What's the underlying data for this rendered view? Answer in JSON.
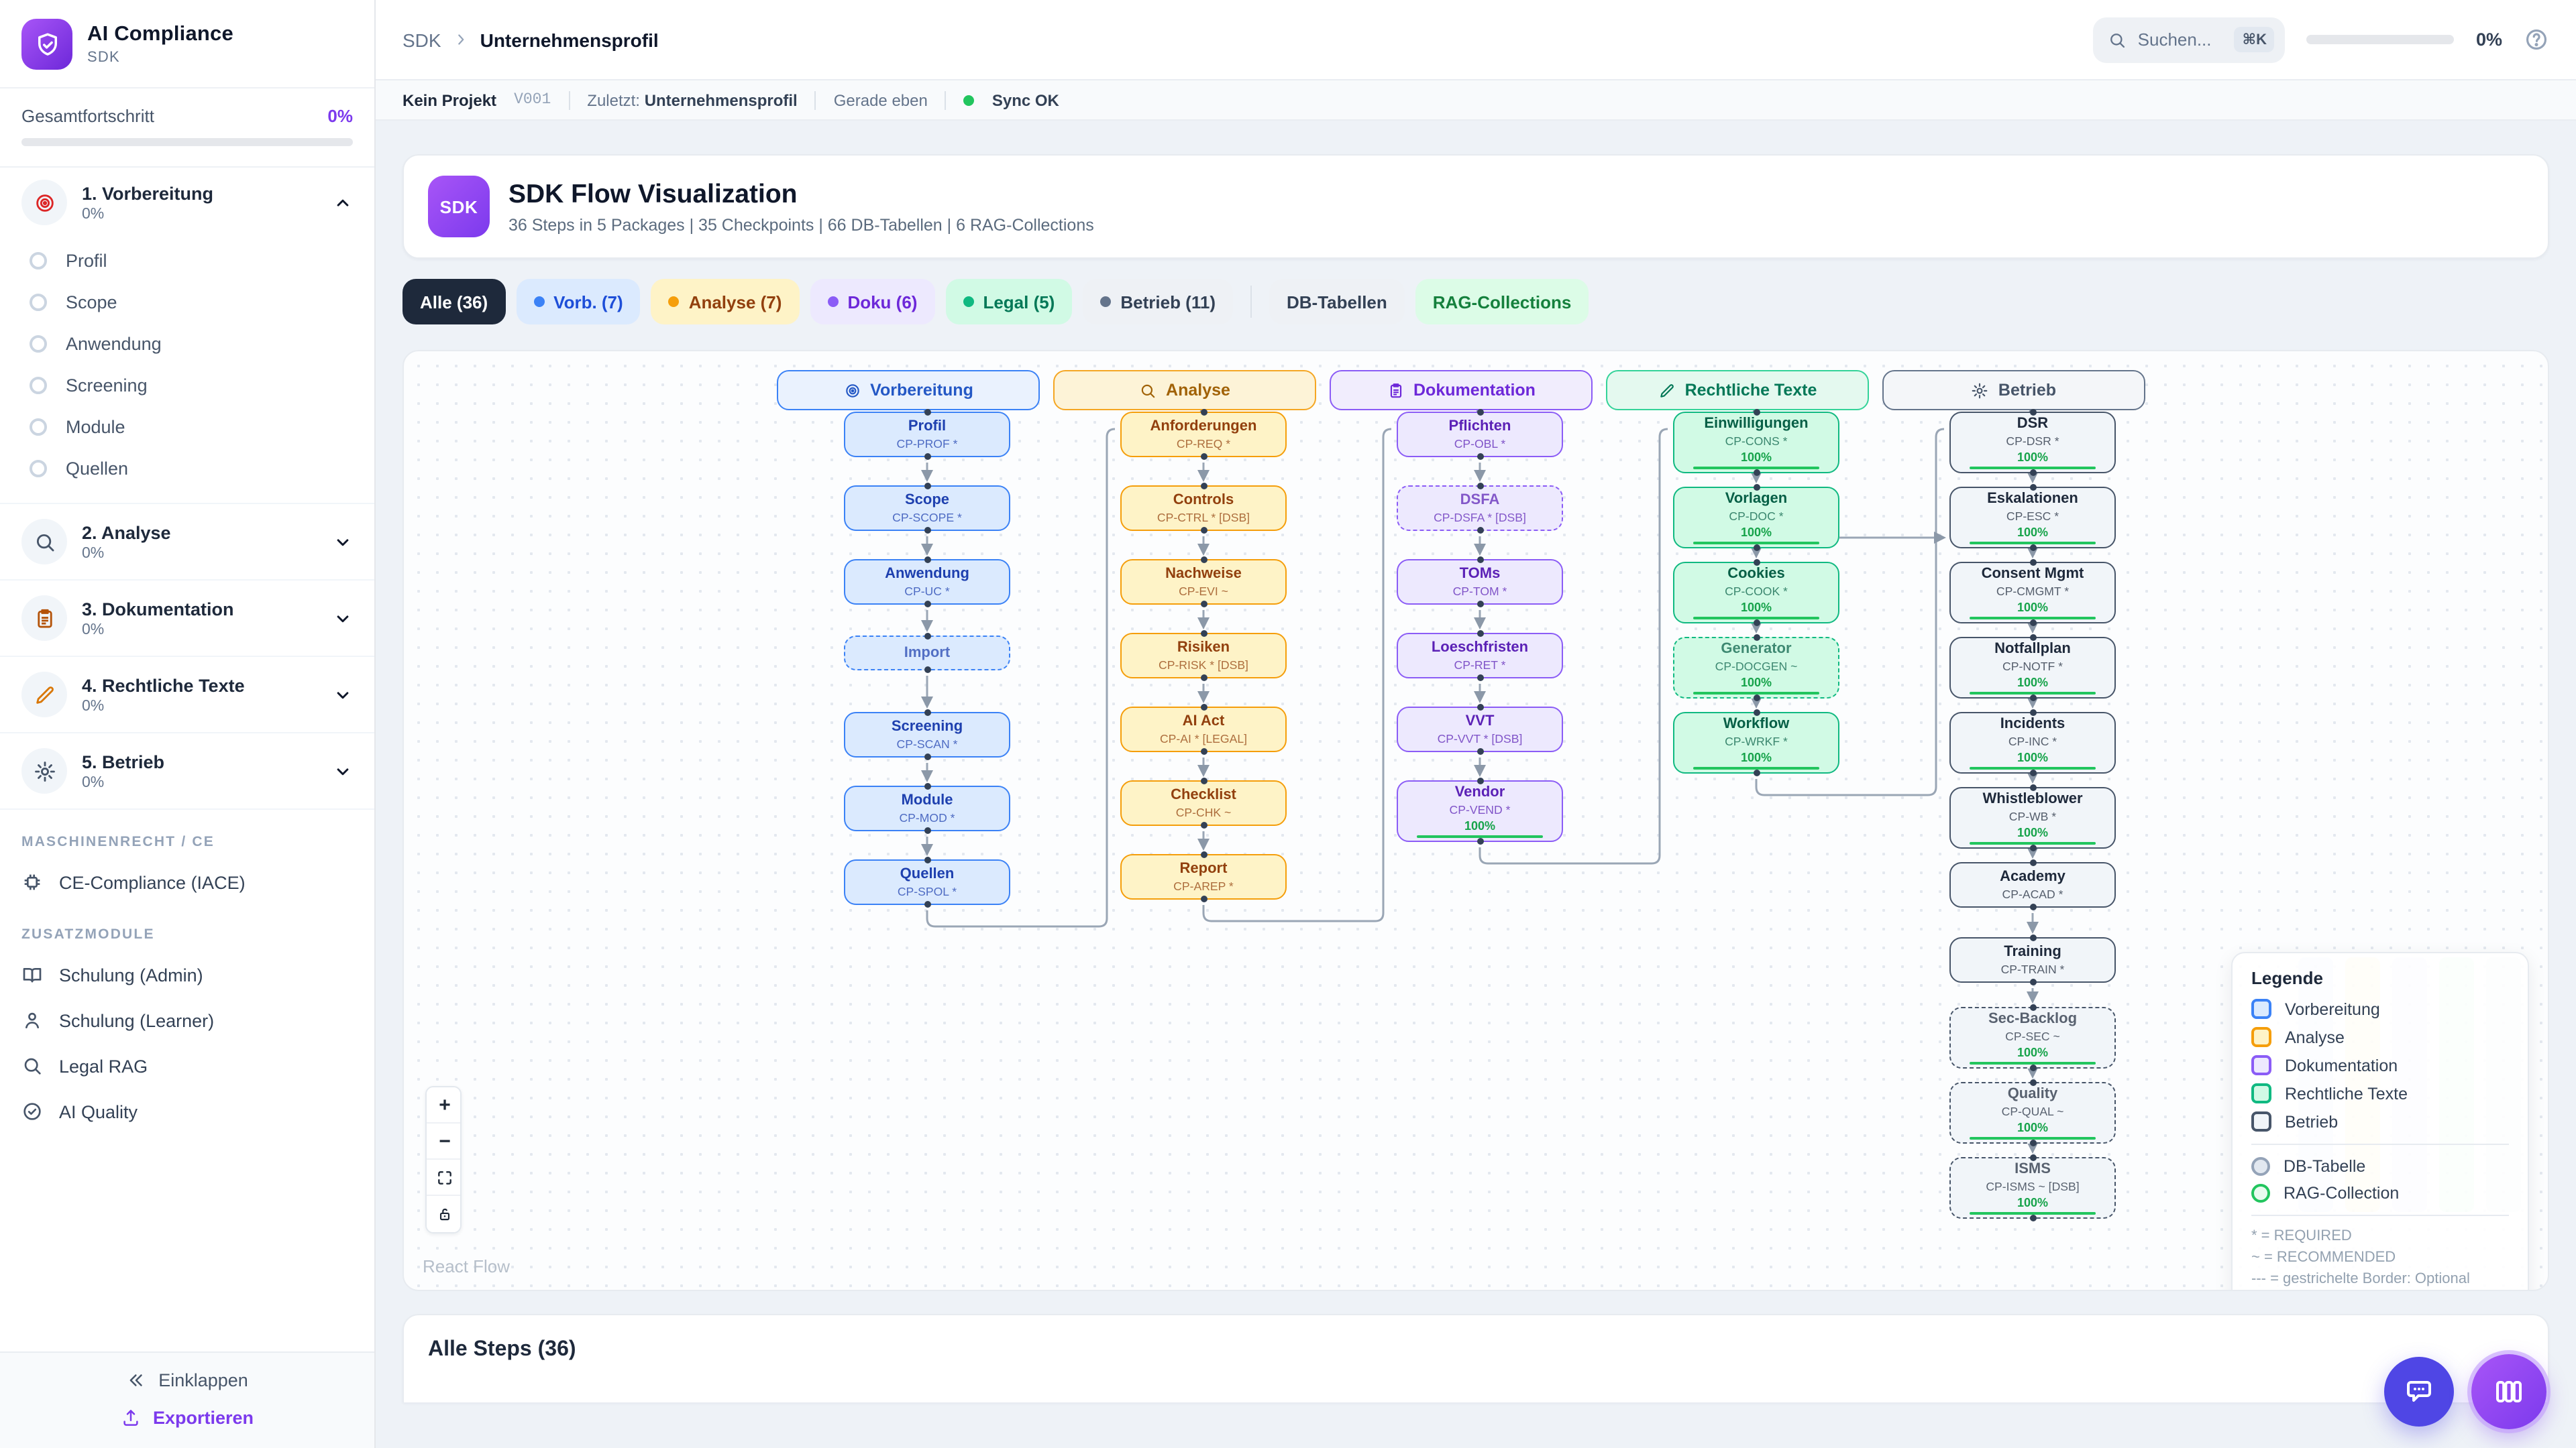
{
  "colors": {
    "accent": "#7c3aed",
    "sync_ok": "#22c55e",
    "progress_green": "#22c55e",
    "palette": {
      "blue": "#3b82f6",
      "yellow": "#f59e0b",
      "purple": "#8b5cf6",
      "green": "#10b981",
      "slate": "#475569"
    }
  },
  "sidebar": {
    "brand": {
      "title": "AI Compliance",
      "subtitle": "SDK"
    },
    "overall": {
      "label": "Gesamtfortschritt",
      "value": "0%"
    },
    "packages": [
      {
        "icon": "target-icon",
        "icon_color": "#dc2626",
        "label": "1. Vorbereitung",
        "pct": "0%",
        "expanded": true,
        "items": [
          "Profil",
          "Scope",
          "Anwendung",
          "Screening",
          "Module",
          "Quellen"
        ]
      },
      {
        "icon": "magnifier-icon",
        "icon_color": "#475569",
        "label": "2. Analyse",
        "pct": "0%",
        "expanded": false,
        "items": []
      },
      {
        "icon": "clipboard-icon",
        "icon_color": "#b45309",
        "label": "3. Dokumentation",
        "pct": "0%",
        "expanded": false,
        "items": []
      },
      {
        "icon": "pencil-icon",
        "icon_color": "#d97706",
        "label": "4. Rechtliche Texte",
        "pct": "0%",
        "expanded": false,
        "items": []
      },
      {
        "icon": "gear-icon",
        "icon_color": "#475569",
        "label": "5. Betrieb",
        "pct": "0%",
        "expanded": false,
        "items": []
      }
    ],
    "groups": [
      {
        "heading": "MASCHINENRECHT / CE",
        "items": [
          {
            "icon": "chip-icon",
            "label": "CE-Compliance (IACE)"
          }
        ]
      },
      {
        "heading": "ZUSATZMODULE",
        "items": [
          {
            "icon": "book-icon",
            "label": "Schulung (Admin)"
          },
          {
            "icon": "person-icon",
            "label": "Schulung (Learner)"
          },
          {
            "icon": "search-icon",
            "label": "Legal RAG"
          },
          {
            "icon": "check-circle-icon",
            "label": "AI Quality"
          }
        ]
      }
    ],
    "footer": {
      "collapse": "Einklappen",
      "export": "Exportieren"
    }
  },
  "topbar": {
    "breadcrumb": {
      "root": "SDK",
      "current": "Unternehmensprofil"
    },
    "search": {
      "placeholder": "Suchen...",
      "shortcut": "⌘K"
    },
    "progress": "0%"
  },
  "statusbar": {
    "project": "Kein Projekt",
    "version": "V001",
    "last_label": "Zuletzt:",
    "last_value": "Unternehmensprofil",
    "time": "Gerade eben",
    "sync": "Sync OK"
  },
  "hero": {
    "badge": "SDK",
    "title": "SDK Flow Visualization",
    "subtitle": "36 Steps in 5 Packages | 35 Checkpoints | 66 DB-Tabellen | 6 RAG-Collections"
  },
  "filters": [
    {
      "label": "Alle (36)",
      "style": "all",
      "dot": false
    },
    {
      "label": "Vorb. (7)",
      "style": "blue",
      "dot": true
    },
    {
      "label": "Analyse (7)",
      "style": "yellow",
      "dot": true
    },
    {
      "label": "Doku (6)",
      "style": "purple",
      "dot": true
    },
    {
      "label": "Legal (5)",
      "style": "green",
      "dot": true
    },
    {
      "label": "Betrieb (11)",
      "style": "slate",
      "dot": true
    },
    {
      "label": "DB-Tabellen",
      "style": "gray",
      "dot": false,
      "divider_before": true
    },
    {
      "label": "RAG-Collections",
      "style": "mint",
      "dot": false
    }
  ],
  "flow": {
    "columns": [
      {
        "title": "Vorbereitung",
        "icon": "target-icon",
        "color": "blue",
        "nodes": [
          {
            "label": "Profil",
            "code": "CP-PROF *"
          },
          {
            "label": "Scope",
            "code": "CP-SCOPE *"
          },
          {
            "label": "Anwendung",
            "code": "CP-UC *"
          },
          {
            "label": "Import",
            "code": "",
            "dashed": true
          },
          {
            "label": "Screening",
            "code": "CP-SCAN *"
          },
          {
            "label": "Module",
            "code": "CP-MOD *"
          },
          {
            "label": "Quellen",
            "code": "CP-SPOL *"
          }
        ]
      },
      {
        "title": "Analyse",
        "icon": "magnifier-icon",
        "color": "yellow",
        "nodes": [
          {
            "label": "Anforderungen",
            "code": "CP-REQ *"
          },
          {
            "label": "Controls",
            "code": "CP-CTRL * [DSB]"
          },
          {
            "label": "Nachweise",
            "code": "CP-EVI ~"
          },
          {
            "label": "Risiken",
            "code": "CP-RISK * [DSB]"
          },
          {
            "label": "AI Act",
            "code": "CP-AI * [LEGAL]"
          },
          {
            "label": "Checklist",
            "code": "CP-CHK ~"
          },
          {
            "label": "Report",
            "code": "CP-AREP *"
          }
        ]
      },
      {
        "title": "Dokumentation",
        "icon": "clipboard-icon",
        "color": "purple",
        "nodes": [
          {
            "label": "Pflichten",
            "code": "CP-OBL *"
          },
          {
            "label": "DSFA",
            "code": "CP-DSFA * [DSB]",
            "dashed": true
          },
          {
            "label": "TOMs",
            "code": "CP-TOM *"
          },
          {
            "label": "Loeschfristen",
            "code": "CP-RET *"
          },
          {
            "label": "VVT",
            "code": "CP-VVT * [DSB]"
          },
          {
            "label": "Vendor",
            "code": "CP-VEND *",
            "progress": "100%"
          }
        ]
      },
      {
        "title": "Rechtliche Texte",
        "icon": "pencil-icon",
        "color": "green",
        "nodes": [
          {
            "label": "Einwilligungen",
            "code": "CP-CONS *",
            "progress": "100%"
          },
          {
            "label": "Vorlagen",
            "code": "CP-DOC *",
            "progress": "100%"
          },
          {
            "label": "Cookies",
            "code": "CP-COOK *",
            "progress": "100%"
          },
          {
            "label": "Generator",
            "code": "CP-DOCGEN ~",
            "progress": "100%",
            "dashed": true
          },
          {
            "label": "Workflow",
            "code": "CP-WRKF *",
            "progress": "100%"
          }
        ]
      },
      {
        "title": "Betrieb",
        "icon": "gear-icon",
        "color": "slate",
        "nodes": [
          {
            "label": "DSR",
            "code": "CP-DSR *",
            "progress": "100%"
          },
          {
            "label": "Eskalationen",
            "code": "CP-ESC *",
            "progress": "100%"
          },
          {
            "label": "Consent Mgmt",
            "code": "CP-CMGMT *",
            "progress": "100%"
          },
          {
            "label": "Notfallplan",
            "code": "CP-NOTF *",
            "progress": "100%"
          },
          {
            "label": "Incidents",
            "code": "CP-INC *",
            "progress": "100%"
          },
          {
            "label": "Whistleblower",
            "code": "CP-WB *",
            "progress": "100%"
          },
          {
            "label": "Academy",
            "code": "CP-ACAD *"
          },
          {
            "label": "Training",
            "code": "CP-TRAIN *"
          },
          {
            "label": "Sec-Backlog",
            "code": "CP-SEC ~",
            "progress": "100%",
            "dashed": true
          },
          {
            "label": "Quality",
            "code": "CP-QUAL ~",
            "progress": "100%",
            "dashed": true
          },
          {
            "label": "ISMS",
            "code": "CP-ISMS ~ [DSB]",
            "progress": "100%",
            "dashed": true
          }
        ]
      }
    ],
    "legend": {
      "title": "Legende",
      "packages": [
        {
          "label": "Vorbereitung",
          "color": "blue"
        },
        {
          "label": "Analyse",
          "color": "yellow"
        },
        {
          "label": "Dokumentation",
          "color": "purple"
        },
        {
          "label": "Rechtliche Texte",
          "color": "green"
        },
        {
          "label": "Betrieb",
          "color": "slate"
        }
      ],
      "shapes": [
        {
          "label": "DB-Tabelle",
          "border": "#94a3b8",
          "fill": "#e2e8f0"
        },
        {
          "label": "RAG-Collection",
          "border": "#22c55e",
          "fill": "#e8fbef"
        }
      ],
      "notes": [
        "* = REQUIRED",
        "~ = RECOMMENDED",
        "--- = gestrichelte Border: Optional"
      ]
    },
    "controls": {
      "zoom_in": "+",
      "zoom_out": "−",
      "attribution": "React Flow"
    }
  },
  "bottom": {
    "steps_title": "Alle Steps (36)"
  }
}
